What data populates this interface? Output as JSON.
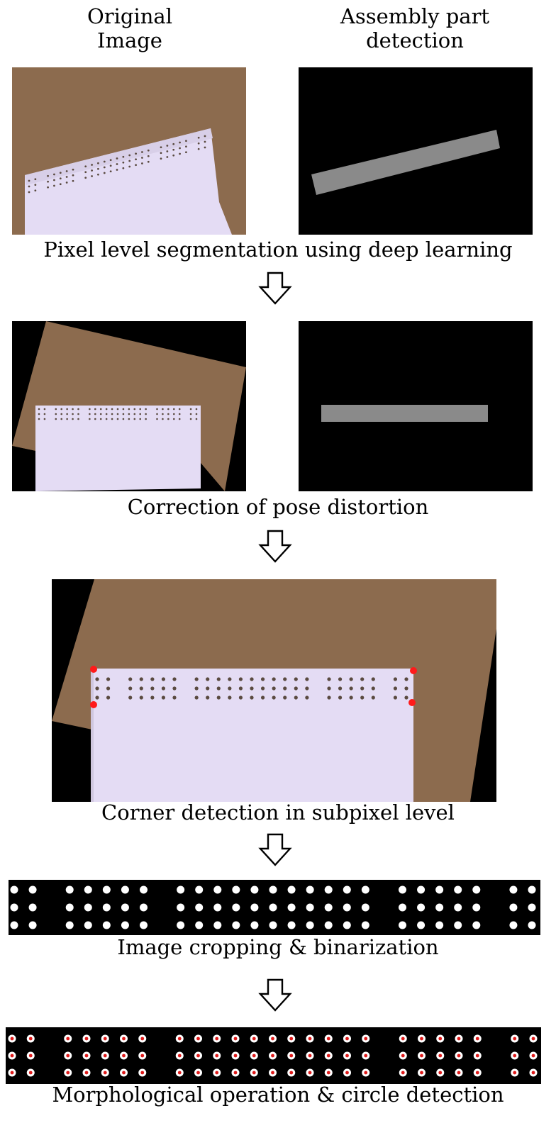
{
  "labels": {
    "col_original": "Original\nImage",
    "col_original_line1": "Original",
    "col_original_line2": "Image",
    "col_detection_line1": "Assembly part",
    "col_detection_line2": "detection",
    "step1": "Pixel level segmentation using deep learning",
    "step2": "Correction of pose distortion",
    "step3": "Corner detection in subpixel level",
    "step4": "Image cropping & binarization",
    "step5": "Morphological operation & circle detection"
  },
  "colors": {
    "cardboard": "#8c6b4e",
    "plate": "#e4dcf4",
    "mask": "#8a8a8a",
    "background": "#000000",
    "hole": "#5a4a40",
    "blob": "#ffffff",
    "detected_circle": "#e01a1a",
    "corner_marker": "#ff1a1a"
  },
  "icons": [
    "down-arrow-icon"
  ]
}
